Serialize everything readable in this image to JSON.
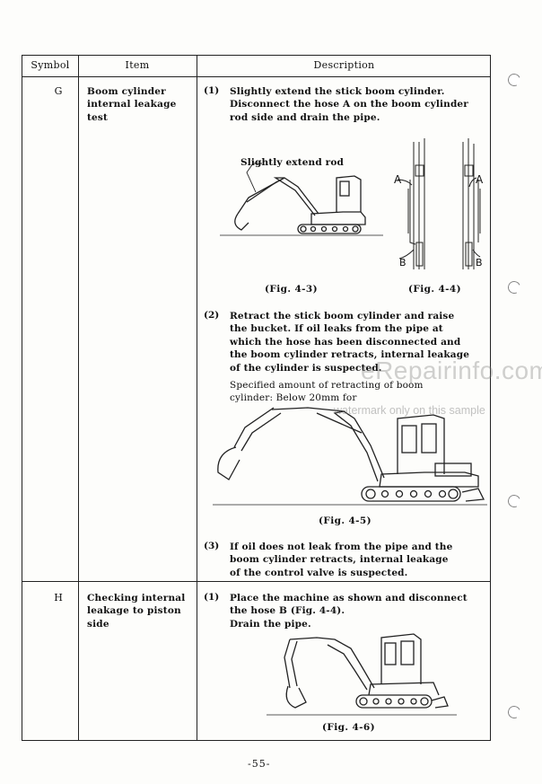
{
  "header": {
    "symbol": "Symbol",
    "item": "Item",
    "description": "Description"
  },
  "rows": [
    {
      "symbol": "G",
      "item_lines": [
        "Boom cylinder",
        "internal leakage",
        "test"
      ],
      "steps": [
        {
          "num": "(1)",
          "lines": [
            "Slightly extend the stick boom cylinder.",
            "Disconnect the hose A on the boom cylinder",
            "rod side and drain the pipe."
          ]
        },
        {
          "num": "(2)",
          "lines": [
            "Retract the stick boom cylinder and raise",
            "the bucket.  If oil leaks from the pipe at",
            "which the hose has been disconnected and",
            "the boom cylinder retracts, internal leakage",
            "of the cylinder is suspected."
          ]
        },
        {
          "num": "(3)",
          "lines": [
            "If oil does not leak from the pipe and the",
            "boom cylinder retracts, internal leakage",
            "of the control valve is suspected."
          ]
        }
      ],
      "spec_lines": [
        "Specified amount of retracting of boom",
        "cylinder: Below 20mm for"
      ],
      "callout": "Slightly extend rod",
      "fig3": "(Fig. 4-3)",
      "fig4": "(Fig. 4-4)",
      "fig5": "(Fig. 4-5)",
      "label_a1": "A",
      "label_a2": "A",
      "label_b1": "B",
      "label_b2": "B"
    },
    {
      "symbol": "H",
      "item_lines": [
        "Checking internal",
        "leakage to piston",
        "side"
      ],
      "steps": [
        {
          "num": "(1)",
          "lines": [
            "Place the machine as shown and disconnect",
            "the hose B (Fig. 4-4).",
            "Drain the pipe."
          ]
        }
      ],
      "fig6": "(Fig. 4-6)"
    }
  ],
  "watermark": {
    "main": "eRepairinfo.com",
    "sub": "watermark only on this sample"
  },
  "page_number": "-55-"
}
